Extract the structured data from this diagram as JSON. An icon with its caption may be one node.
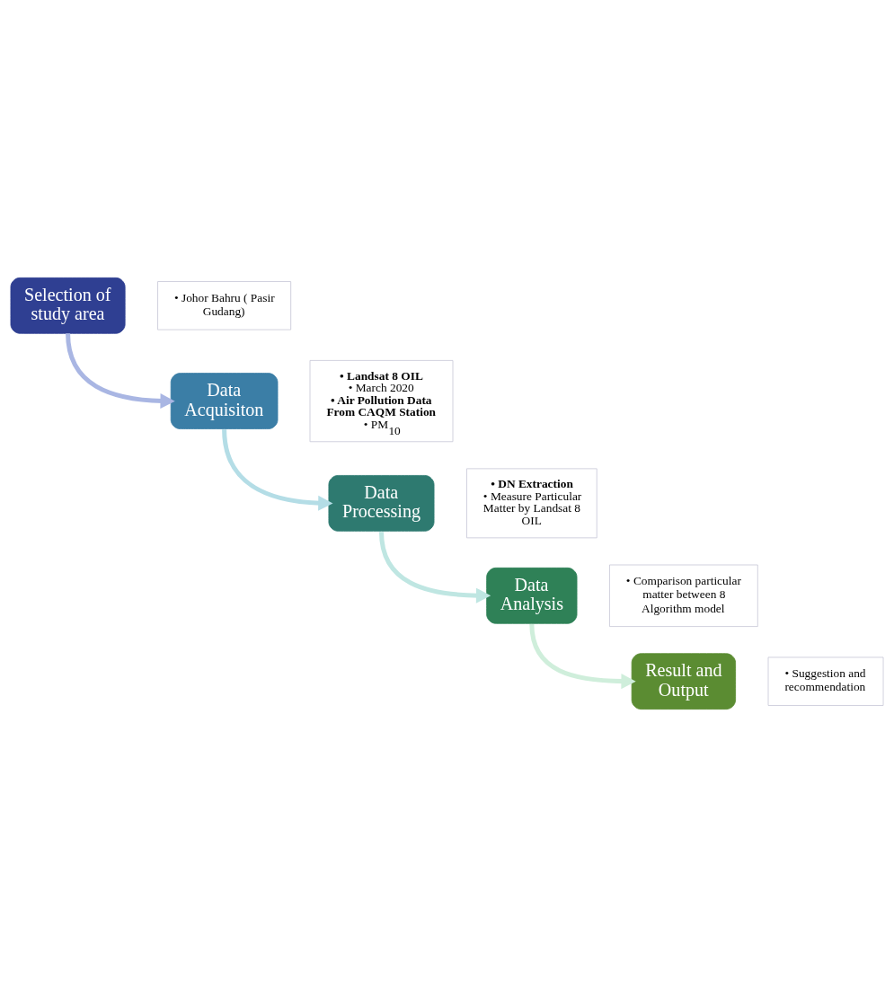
{
  "diagram": {
    "nodes": [
      {
        "text": [
          "Selection of study area"
        ]
      },
      {
        "text": [
          "• Johor Bahru ( Pasir Gudang)"
        ]
      },
      {
        "text": [
          "Data Acquisiton"
        ]
      },
      {
        "text": [
          "• Landsat 8 OIL",
          "• March 2020",
          "• Air Pollution Data From CAQM Station",
          "• PM$_{10}$"
        ]
      },
      {
        "text": [
          "Data Processing"
        ]
      },
      {
        "text": [
          "• DN Extraction",
          "• Measure Particular Matter by Landsat 8 OIL"
        ]
      },
      {
        "text": [
          "Data Analysis"
        ]
      },
      {
        "text": [
          "• Comparison particular matter between 8 Algorithm model"
        ]
      },
      {
        "text": [
          "Result and Output"
        ]
      },
      {
        "text": [
          "• Suggestion and recommendation"
        ]
      }
    ],
    "edges": [
      {
        "from": 0,
        "to": 2,
        "arrow": "to",
        "color": "#a9b6e3"
      },
      {
        "from": 2,
        "to": 4,
        "arrow": "to",
        "color": "#b4dde6"
      },
      {
        "from": 4,
        "to": 6,
        "arrow": "to",
        "color": "#bfe6e2"
      },
      {
        "from": 6,
        "to": 8,
        "arrow": "to",
        "color": "#cfeedb"
      }
    ]
  }
}
